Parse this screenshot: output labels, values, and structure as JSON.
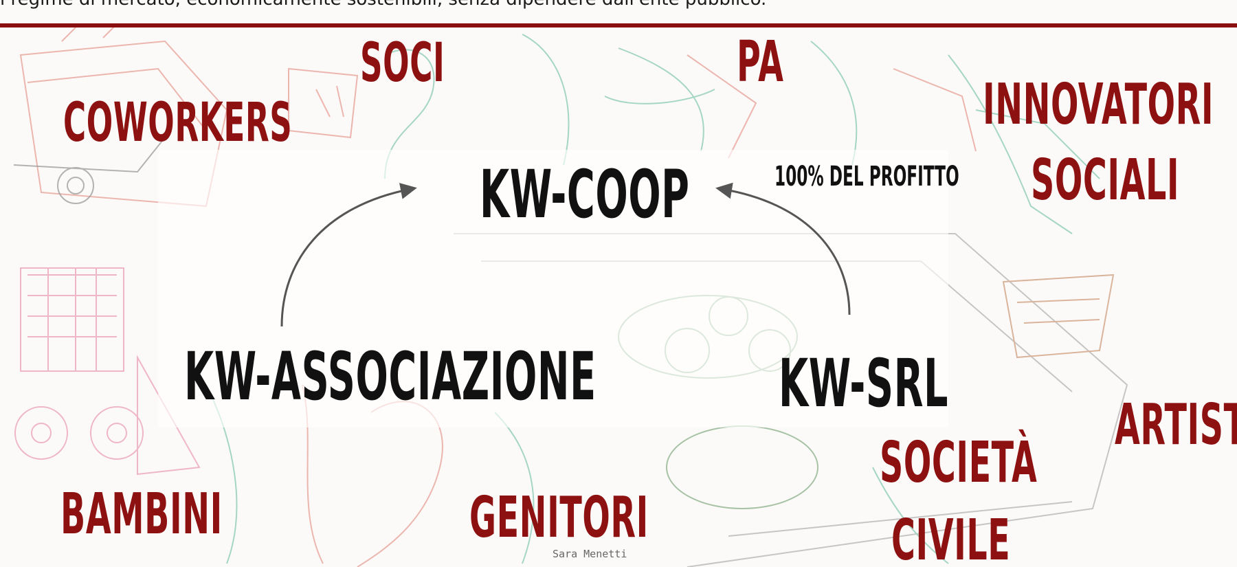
{
  "caption": "i regime di mercato, economicamente sostenibili, senza dipendere dall'ente pubblico.",
  "stakeholders": {
    "coworkers": "COWORKERS",
    "soci": "SOCI",
    "pa": "PA",
    "innovatori": "INNOVATORI",
    "sociali": "SOCIALI",
    "bambini": "BAMBINI",
    "genitori": "GENITORI",
    "societa": "SOCIETÀ",
    "civile": "CIVILE",
    "artisti": "ARTISTI"
  },
  "entities": {
    "coop": "KW-COOP",
    "associazione": "KW-ASSOCIAZIONE",
    "srl": "KW-SRL"
  },
  "flow_label": "100% DEL PROFITTO",
  "illustration_credit": "Sara Menetti",
  "colors": {
    "accent": "#8e1111",
    "text": "#111111",
    "sketch_green": "#5fb89a",
    "sketch_red": "#e07d72",
    "sketch_pink": "#e67fa0"
  }
}
